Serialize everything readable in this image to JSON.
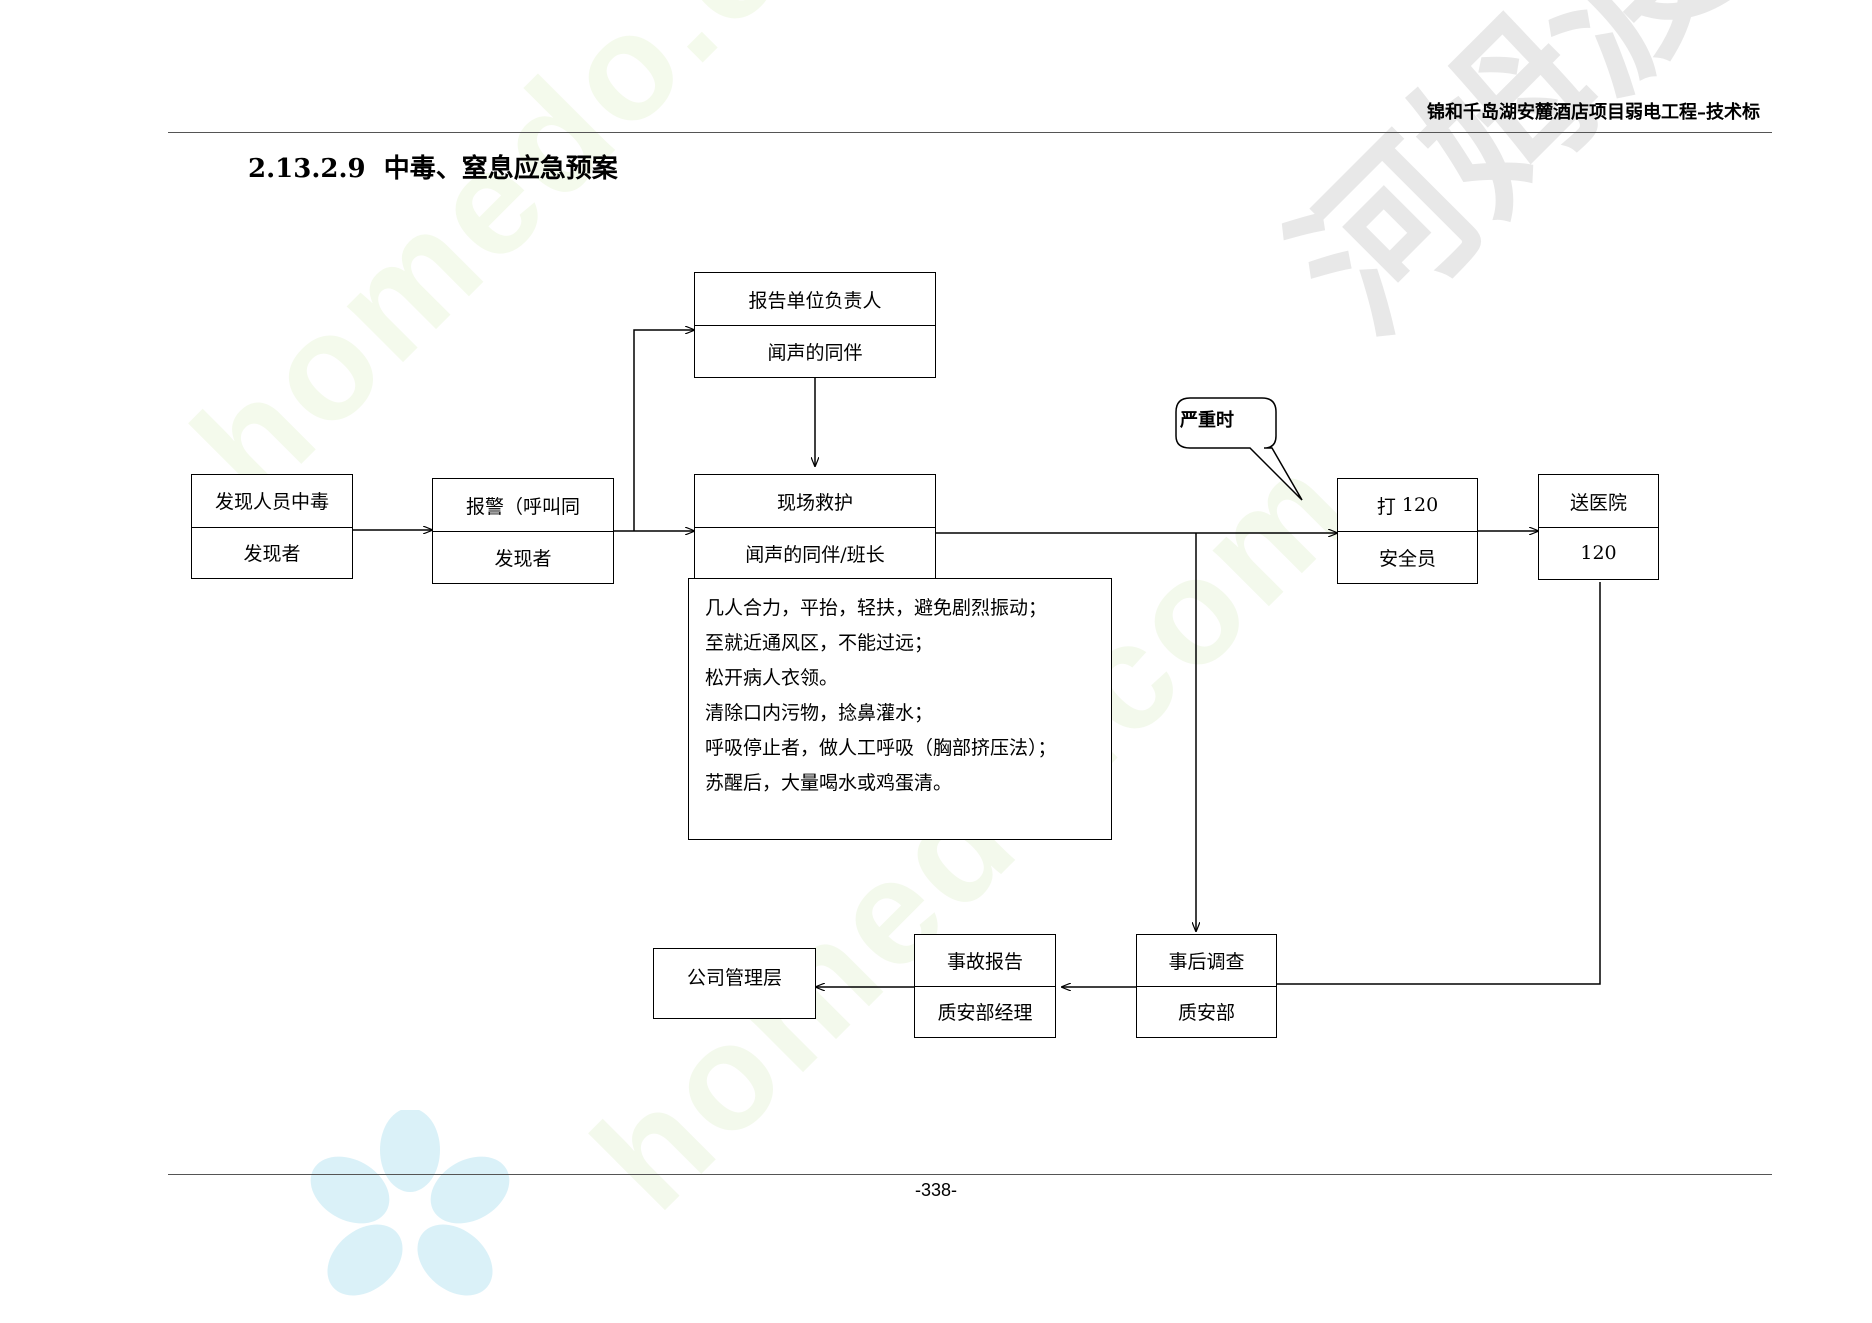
{
  "header": {
    "title": "锦和千岛湖安麓酒店项目弱电工程–技术标"
  },
  "section": {
    "number": "2.13.2.9",
    "title": "中毒、窒息应急预案"
  },
  "watermark": {
    "en": "homedo.com",
    "cn": "河姆渡"
  },
  "nodes": {
    "discover": {
      "top": "发现人员中毒",
      "bottom": "发现者"
    },
    "alarm": {
      "top": "报警（呼叫同",
      "bottom": "发现者"
    },
    "report_head": {
      "top": "报告单位负责人",
      "bottom": "闻声的同伴"
    },
    "onsite_rescue": {
      "top": "现场救护",
      "bottom": "闻声的同伴/班长"
    },
    "call120": {
      "top_prefix": "打",
      "top_num": "120",
      "bottom": "安全员"
    },
    "hospital": {
      "top": "送医院",
      "bottom": "120"
    },
    "investigation": {
      "top": "事后调查",
      "bottom": "质安部"
    },
    "accident_report": {
      "top": "事故报告",
      "bottom": "质安部经理"
    },
    "management": {
      "label": "公司管理层"
    }
  },
  "callout": {
    "label": "严重时"
  },
  "measures": [
    "几人合力，平抬，轻扶，避免剧烈振动；",
    "至就近通风区，不能过远；",
    "松开病人衣领。",
    "清除口内污物，捻鼻灌水；",
    "呼吸停止者，做人工呼吸（胸部挤压法）；",
    "苏醒后，大量喝水或鸡蛋清。"
  ],
  "footer": {
    "page": "-338-"
  },
  "colors": {
    "line": "#000000",
    "watermark_green": "#cde8aa",
    "watermark_cyan": "#a8e4f0",
    "watermark_gray": "#bebebe"
  }
}
